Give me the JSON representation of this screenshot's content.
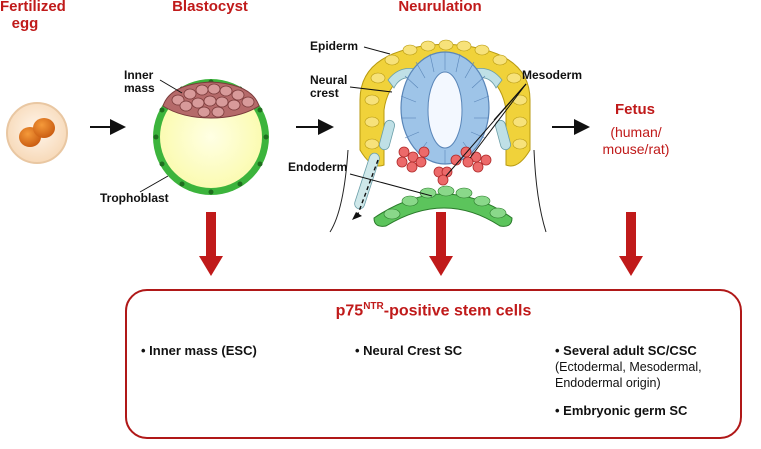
{
  "stages": {
    "fertilized": "Fertilized egg",
    "blastocyst": "Blastocyst",
    "neurulation": "Neurulation",
    "fetus": "Fetus",
    "fetus_sub": "(human/ mouse/rat)"
  },
  "labels": {
    "inner_mass": "Inner mass",
    "trophoblast": "Trophoblast",
    "epiderm": "Epiderm",
    "neural_crest": "Neural crest",
    "mesoderm": "Mesoderm",
    "endoderm": "Endoderm"
  },
  "box": {
    "title_main": "p75",
    "title_sup": "NTR",
    "title_rest": "-positive stem cells",
    "col1": "• Inner mass (ESC)",
    "col2": "• Neural Crest SC",
    "col3_head": "• Several adult SC/CSC",
    "col3_sub": "(Ectodermal, Mesodermal, Endodermal origin)",
    "col3_item2": "• Embryonic germ SC"
  },
  "colors": {
    "accent_red": "#c01a1a",
    "green": "#3cb43c",
    "yellow": "#f0d23a",
    "blue": "#9ec4e8",
    "pink": "#e85a5a"
  }
}
